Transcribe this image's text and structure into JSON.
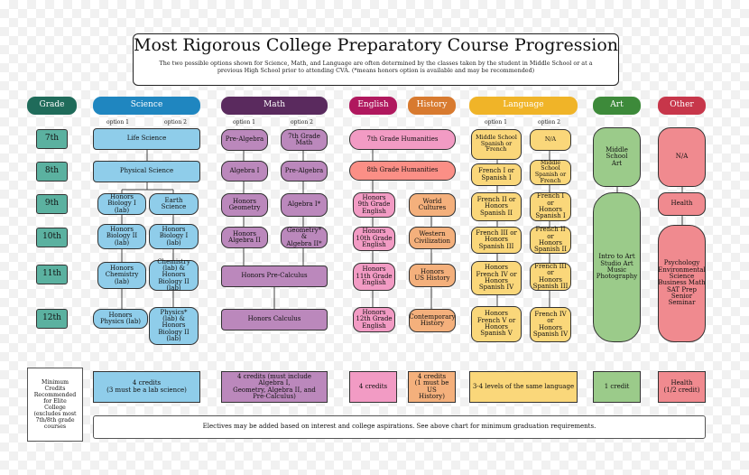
{
  "title": "Most Rigorous College Preparatory Course Progression",
  "subtitle": "The two possible options shown for Science, Math, and Language are often determined by the classes taken by the student in Middle School or at a\nprevious High School prior to attending CVA. (*means honors option is available and may be recommended)",
  "colors": {
    "grade": "#1f6b5a",
    "science": "#1f86c0",
    "math": "#5a2a5e",
    "english": "#b0185e",
    "history": "#d87a2f",
    "language": "#f0b428",
    "art": "#3d8a3a",
    "other": "#c7364a"
  },
  "headers": {
    "grade": "Grade",
    "science": "Science",
    "math": "Math",
    "english": "English",
    "history": "History",
    "language": "Language",
    "art": "Art",
    "other": "Other"
  },
  "grades": [
    "7th",
    "8th",
    "9th",
    "10th",
    "11th",
    "12th"
  ],
  "option1": "option 1",
  "option2": "option 2",
  "science": {
    "g7": "Life Science",
    "g8": "Physical Science",
    "g9a": "Honors\nBiology I\n(lab)",
    "g9b": "Earth Science",
    "g10a": "Honors\nBiology II\n(lab)",
    "g10b": "Honors\nBiology I\n(lab)",
    "g11a": "Honors\nChemistry\n(lab)",
    "g11b": "Chemistry\n(lab) & Honors\nBiology II\n(lab)",
    "g12a": "Honors\nPhysics (lab)",
    "g12b": "Physics*\n(lab) & Honors\nBiology II\n(lab)"
  },
  "math": {
    "g7a": "Pre-Algebra",
    "g7b": "7th Grade\nMath",
    "g8a": "Algebra I",
    "g8b": "Pre-Algebra",
    "g9a": "Honors\nGeometry",
    "g9b": "Algebra I*",
    "g10a": "Honors\nAlgebra II",
    "g10b": "Geometry* &\nAlgebra II*",
    "g11": "Honors Pre-Calculus",
    "g12": "Honors Calculus"
  },
  "english": {
    "g7": "7th Grade Humanities",
    "g8": "8th Grade Humanities",
    "g9": "Honors\n9th Grade\nEnglish",
    "g10": "Honors\n10th Grade\nEnglish",
    "g11": "Honors\n11th Grade\nEnglish",
    "g12": "Honors\n12th Grade\nEnglish"
  },
  "history": {
    "g9": "World\nCultures",
    "g10": "Western\nCivilization",
    "g11": "Honors\nUS History",
    "g12": "Contemporary\nHistory"
  },
  "language": {
    "g7a": "Middle School\nSpanish or\nFrench",
    "g7b": "N/A",
    "g8a": "French I or\nSpanish I",
    "g8b": "Middle School\nSpanish or\nFrench",
    "g9a": "French II or\nHonors\nSpanish II",
    "g9b": "French I or\nHonors\nSpanish I",
    "g10a": "French III or\nHonors\nSpanish III",
    "g10b": "French II or\nHonors\nSpanish II",
    "g11a": "Honors\nFrench IV or\nHonors\nSpanish IV",
    "g11b": "French III or\nHonors\nSpanish III",
    "g12a": "Honors\nFrench V or\nHonors\nSpanish V",
    "g12b": "French IV or\nHonors\nSpanish IV"
  },
  "art": {
    "ms": "Middle School\nArt",
    "hs": "Intro to Art\nStudio Art\nMusic\nPhotography"
  },
  "other": {
    "na": "N/A",
    "health": "Health",
    "hs": "Psychology\nEnvironmental\nScience\nBusiness Math\nSAT Prep\nSenior Seminar"
  },
  "minimum": {
    "label": "Minimum\nCredits\nRecommended\nfor Elite\nCollege\n(excludes most\n7th/8th grade\ncourses",
    "science": "4 credits\n(3 must be a lab science)",
    "math": "4 credits (must include Algebra I,\nGeometry, Algebra II, and\nPre-Calculus)",
    "english": "4 credits",
    "history": "4 credits\n(1 must be US\nHistory)",
    "language": "3-4 levels of the same language",
    "art": "1 credit",
    "other": "Health\n(1/2 credit)"
  },
  "electives": "Electives may be added based on interest and college aspirations. See above chart for minimum graduation requirements."
}
